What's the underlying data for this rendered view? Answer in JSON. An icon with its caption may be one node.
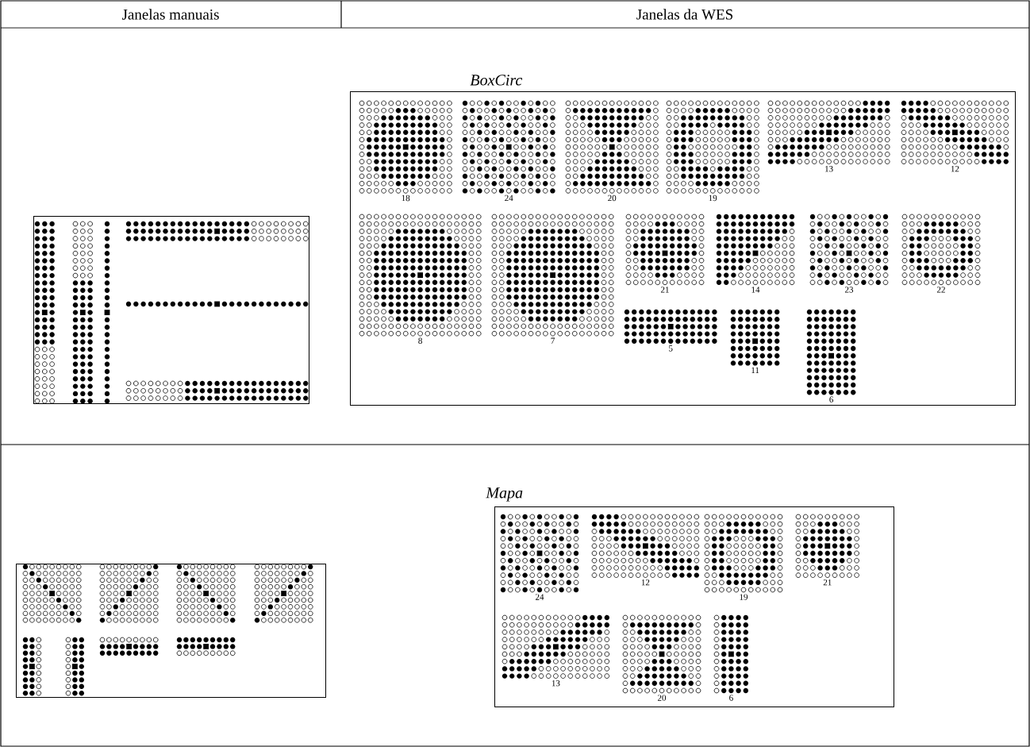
{
  "diagram": {
    "nodes": [
      {
        "text": [],
        "shape": "box"
      },
      {
        "text": [
          "BoxCirc"
        ]
      },
      {
        "text": [],
        "shape": "box"
      },
      {
        "text": [
          "Mapa"
        ]
      }
    ],
    "labels": [
      "Janelas manuais",
      "Janelas da WES",
      "18",
      "24",
      "20",
      "19",
      "13",
      "12",
      "8",
      "7",
      "21",
      "14",
      "23",
      "22",
      "5",
      "11",
      "6",
      "24",
      "12",
      "19",
      "21",
      "13",
      "20",
      "6"
    ]
  }
}
